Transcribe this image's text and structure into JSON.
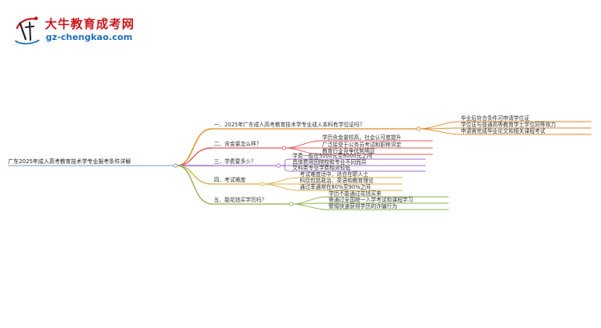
{
  "brand": {
    "name": "大牛教育成考网",
    "url": "gz-chengkao.com",
    "logo_colors": {
      "primary": "#c8181e",
      "secondary": "#1f6fb8"
    }
  },
  "mindmap": {
    "root": "广东2025年成人高考教育技术学专业报考条件详解",
    "branches": [
      {
        "label": "一、2025年广东成人高考教育技术学专业成人本科有学位证吗？",
        "color": "#e28a2b",
        "children": [
          "毕业后符合条件可申请学位证",
          "学位证与普通高等教育学士学位同等效力",
          "申请需完成毕业论文和相关课程考试"
        ]
      },
      {
        "label": "二、含金量怎么样？",
        "color": "#e2585a",
        "children": [
          "学历含金量较高，社会认可度提升",
          "广泛接受于公务员考试和职称评定",
          "教育行业竞争优势明显"
        ]
      },
      {
        "label": "三、学费要多少？",
        "color": "#a06fc9",
        "children": [
          "学费一般在5000元至8000元之间",
          "具体费用因院校和专业不同而异",
          "文科类专业学费相对较低"
        ]
      },
      {
        "label": "四、考试难度",
        "color": "#d8b24a",
        "children": [
          "考试难度适中，适合在职人士",
          "科目包括政治、英语和教育理论",
          "通过率通常在80%至90%之间"
        ]
      },
      {
        "label": "五、能花钱买学历吗？",
        "color": "#8db24e",
        "children": [
          "学历不能通过花钱买来",
          "需通过全国统一入学考试和课程学习",
          "警惕快速获得学历的诈骗行为"
        ]
      }
    ]
  }
}
